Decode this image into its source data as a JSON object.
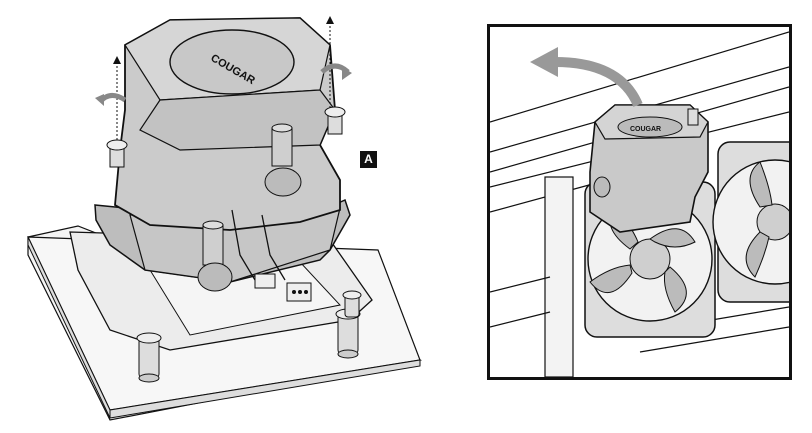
{
  "figure": {
    "callout_label": "A",
    "brand_logo_text": "COUGAR",
    "colors": {
      "line": "#111111",
      "pump_fill": "#c9c9c9",
      "pump_shade": "#a9a9a9",
      "motherboard_fill": "#f2f2f2",
      "background": "#ffffff"
    },
    "left_panel": {
      "components": [
        "pump-block",
        "mounting-bracket",
        "motherboard-plate",
        "thumb-screws",
        "standoffs",
        "tube-fittings",
        "fan-connector"
      ],
      "arrows": [
        "lift-arrow-left",
        "lift-arrow-right",
        "rotate-arrow-left",
        "rotate-arrow-right"
      ]
    },
    "right_panel": {
      "components": [
        "pump-block-inset",
        "case-interior",
        "fan-left",
        "fan-right"
      ],
      "arrows": [
        "remove-arrow"
      ]
    }
  }
}
